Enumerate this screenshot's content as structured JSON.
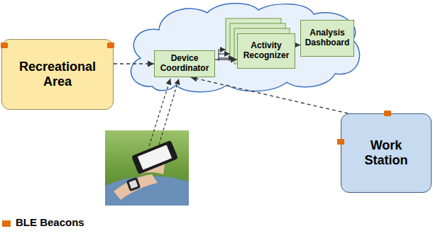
{
  "diagram": {
    "nodes": [
      {
        "text": [
          "Recreational Area"
        ]
      },
      {
        "text": [
          "Device Coordinator"
        ]
      },
      {
        "text": [
          "Activity Recognizer"
        ]
      },
      {
        "text": [
          "Analysis Dashboard"
        ]
      },
      {
        "text": [
          "Work Station"
        ]
      }
    ],
    "edges": [
      {
        "from": 0,
        "to": 1,
        "arrow": "to"
      },
      {
        "from": 1,
        "to": 2,
        "arrow": "to"
      },
      {
        "from": 2,
        "to": 3,
        "arrow": "to"
      },
      {
        "from": 4,
        "to": 1,
        "arrow": "to"
      }
    ],
    "legend": [
      {
        "text": "BLE Beacons",
        "color": "#e46c0a"
      }
    ]
  }
}
